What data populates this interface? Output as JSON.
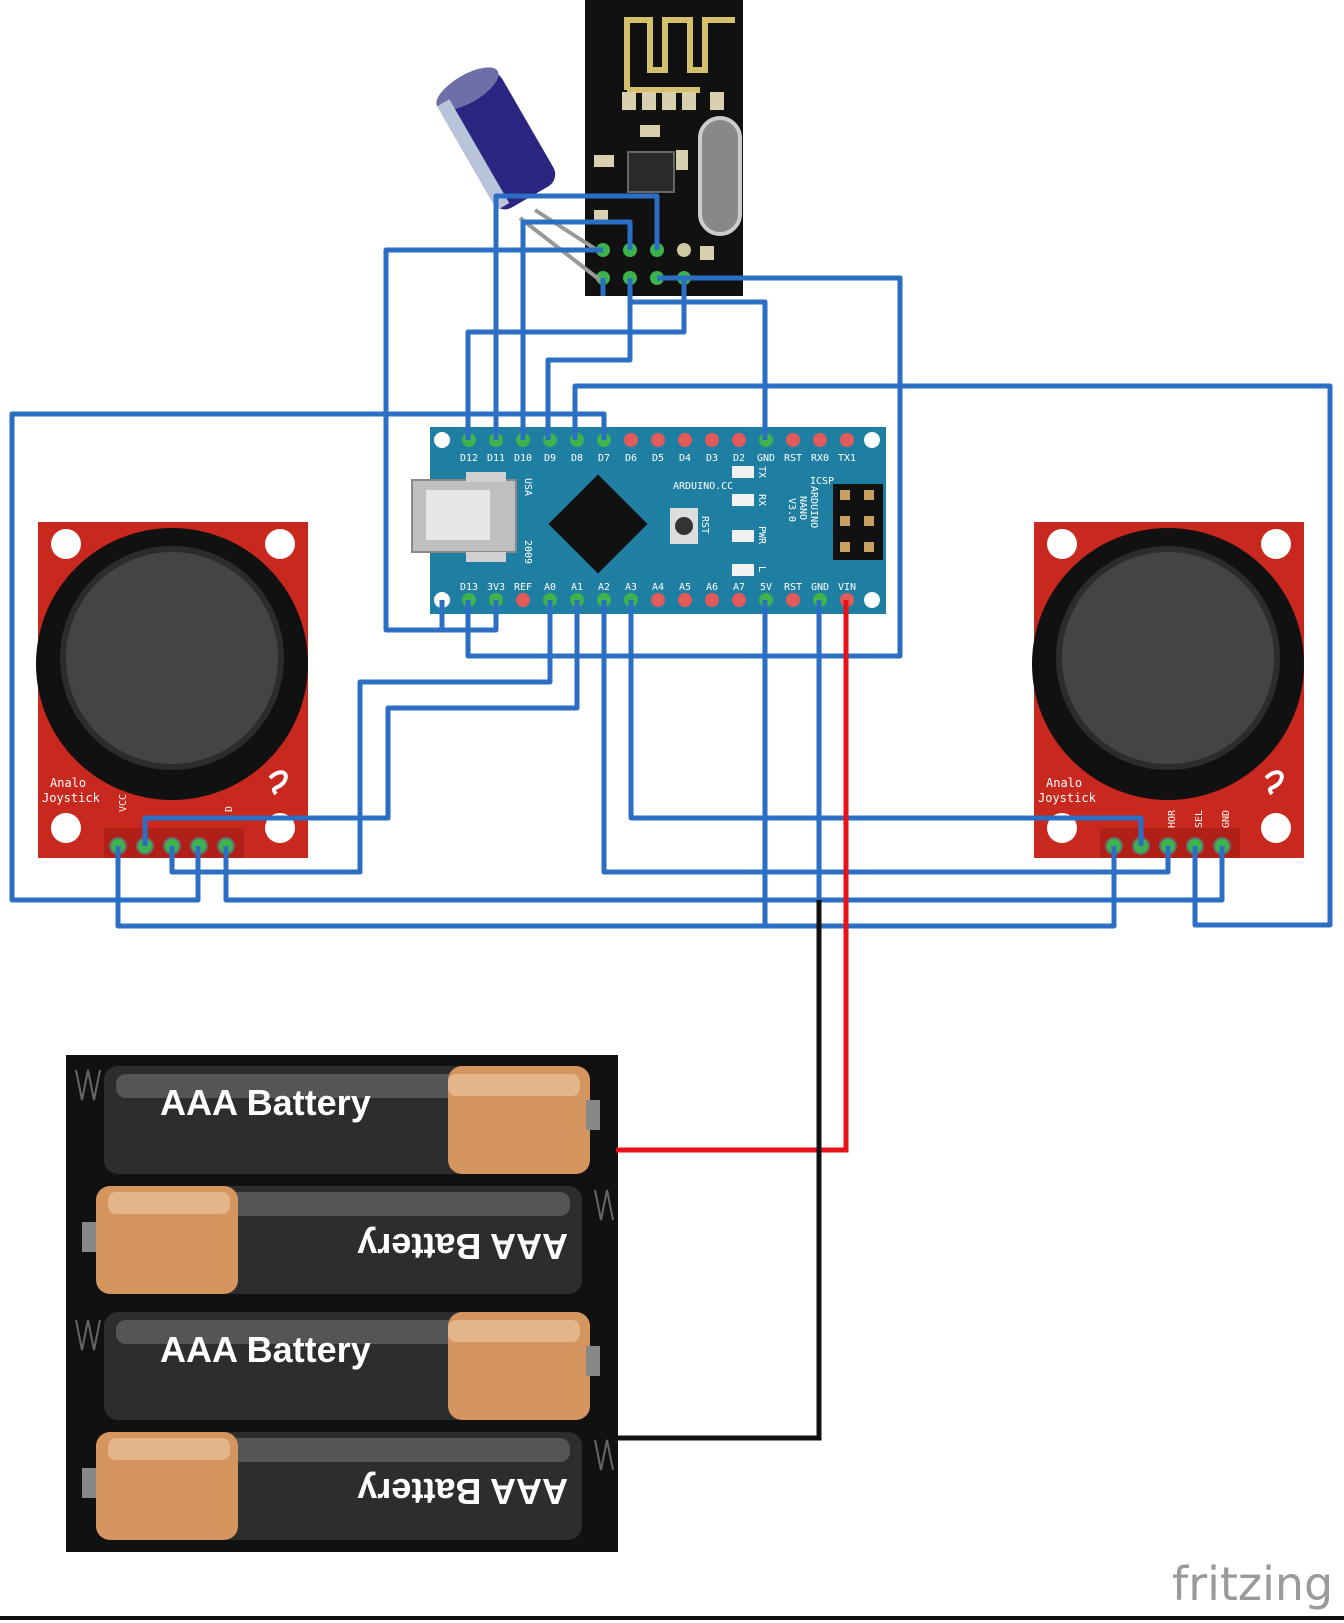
{
  "arduino": {
    "top_pins": [
      "D12",
      "D11",
      "D10",
      "D9",
      "D8",
      "D7",
      "D6",
      "D5",
      "D4",
      "D3",
      "D2",
      "GND",
      "RST",
      "RX0",
      "TX1"
    ],
    "bottom_pins": [
      "D13",
      "3V3",
      "REF",
      "A0",
      "A1",
      "A2",
      "A3",
      "A4",
      "A5",
      "A6",
      "A7",
      "5V",
      "RST",
      "GND",
      "VIN"
    ],
    "brand": "ARDUINO.CC",
    "model_lines": [
      "ARDUINO",
      "NANO",
      "V3.0"
    ],
    "icsp": "ICSP",
    "usa": "USA",
    "year": "2009",
    "rst": "RST",
    "led_labels": [
      "TX",
      "RX",
      "PWR",
      "L"
    ]
  },
  "joystick_left": {
    "label_line1": "Analo",
    "label_line2": "Joystick",
    "pins": [
      "VCC",
      "",
      "",
      "",
      "D"
    ]
  },
  "joystick_right": {
    "label_line1": "Analo",
    "label_line2": "Joystick",
    "pins": [
      "",
      "",
      "HOR",
      "SEL",
      "GND"
    ]
  },
  "batteries": [
    {
      "label": "AAA Battery"
    },
    {
      "label": "AAA Battery"
    },
    {
      "label": "AAA Battery"
    },
    {
      "label": "AAA Battery"
    }
  ],
  "logo": "fritzing",
  "colors": {
    "wire_blue": "#2b6fc4",
    "wire_red": "#e8121a",
    "wire_black": "#111111",
    "pcb_teal": "#1f7fa2",
    "joystick_red": "#c8281e",
    "battery_orange": "#d4955e"
  }
}
